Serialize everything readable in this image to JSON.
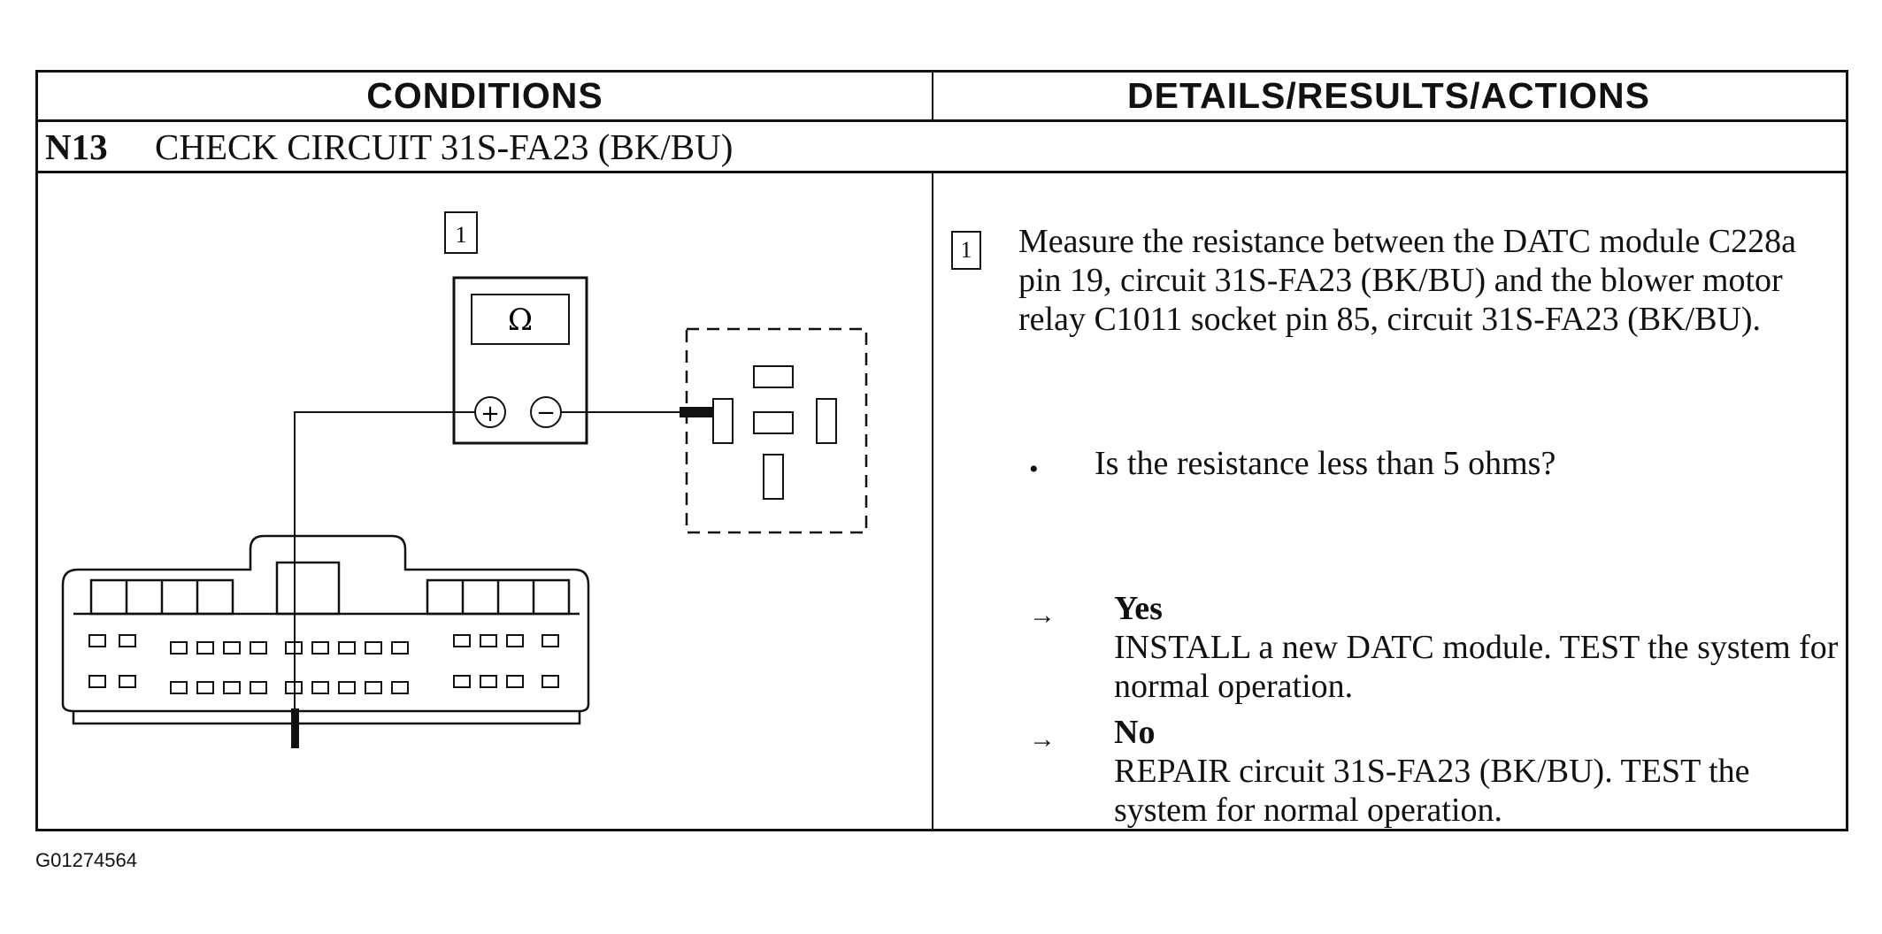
{
  "header": {
    "conditions": "CONDITIONS",
    "details": "DETAILS/RESULTS/ACTIONS"
  },
  "step": {
    "id": "N13",
    "title": "CHECK CIRCUIT 31S-FA23 (BK/BU)"
  },
  "diagram": {
    "callout": "1",
    "meter_symbol": "Ω",
    "plus": "+",
    "minus": "−"
  },
  "details": {
    "callout": "1",
    "instruction": "Measure the resistance between the DATC module C228a pin 19, circuit 31S-FA23 (BK/BU) and the blower motor relay C1011 socket pin 85, circuit 31S-FA23 (BK/BU).",
    "bullet": "•",
    "question": "Is the resistance less than 5 ohms?",
    "arrow": "→",
    "yes_label": "Yes",
    "yes_action": "INSTALL a new DATC module. TEST the system for normal operation.",
    "no_label": "No",
    "no_action": "REPAIR circuit 31S-FA23 (BK/BU). TEST the system for normal operation."
  },
  "footer": {
    "code": "G01274564"
  }
}
